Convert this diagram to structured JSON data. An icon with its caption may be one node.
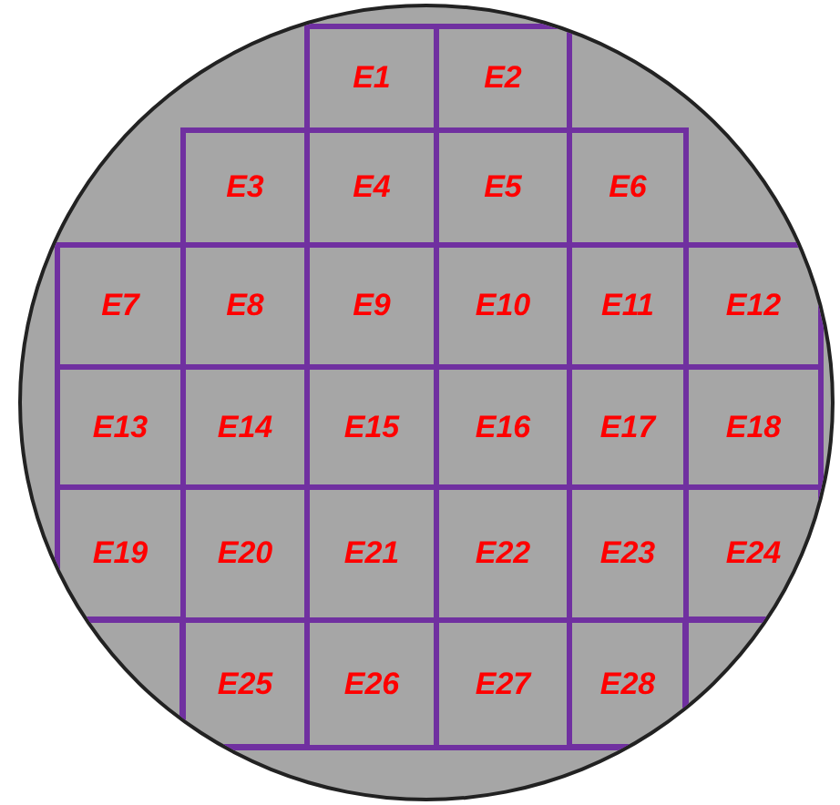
{
  "diagram": {
    "nodes": [
      {
        "text": [],
        "shape": "circle"
      },
      {
        "text": [
          "E1"
        ],
        "in": 0
      },
      {
        "text": [
          "E2"
        ],
        "in": 0
      },
      {
        "text": [
          "E3"
        ],
        "in": 0
      },
      {
        "text": [
          "E4"
        ],
        "in": 0
      },
      {
        "text": [
          "E5"
        ],
        "in": 0
      },
      {
        "text": [
          "E6"
        ],
        "in": 0
      },
      {
        "text": [
          "E7"
        ],
        "in": 0
      },
      {
        "text": [
          "E8"
        ],
        "in": 0
      },
      {
        "text": [
          "E9"
        ],
        "in": 0
      },
      {
        "text": [
          "E10"
        ],
        "in": 0
      },
      {
        "text": [
          "E11"
        ],
        "in": 0
      },
      {
        "text": [
          "E12"
        ],
        "in": 0
      },
      {
        "text": [
          "E13"
        ],
        "in": 0
      },
      {
        "text": [
          "E14"
        ],
        "in": 0
      },
      {
        "text": [
          "E15"
        ],
        "in": 0
      },
      {
        "text": [
          "E16"
        ],
        "in": 0
      },
      {
        "text": [
          "E17"
        ],
        "in": 0
      },
      {
        "text": [
          "E18"
        ],
        "in": 0
      },
      {
        "text": [
          "E19"
        ],
        "in": 0
      },
      {
        "text": [
          "E20"
        ],
        "in": 0
      },
      {
        "text": [
          "E21"
        ],
        "in": 0
      },
      {
        "text": [
          "E22"
        ],
        "in": 0
      },
      {
        "text": [
          "E23"
        ],
        "in": 0
      },
      {
        "text": [
          "E24"
        ],
        "in": 0
      },
      {
        "text": [
          "E25"
        ],
        "in": 0
      },
      {
        "text": [
          "E26"
        ],
        "in": 0
      },
      {
        "text": [
          "E27"
        ],
        "in": 0
      },
      {
        "text": [
          "E28"
        ],
        "in": 0
      }
    ]
  }
}
